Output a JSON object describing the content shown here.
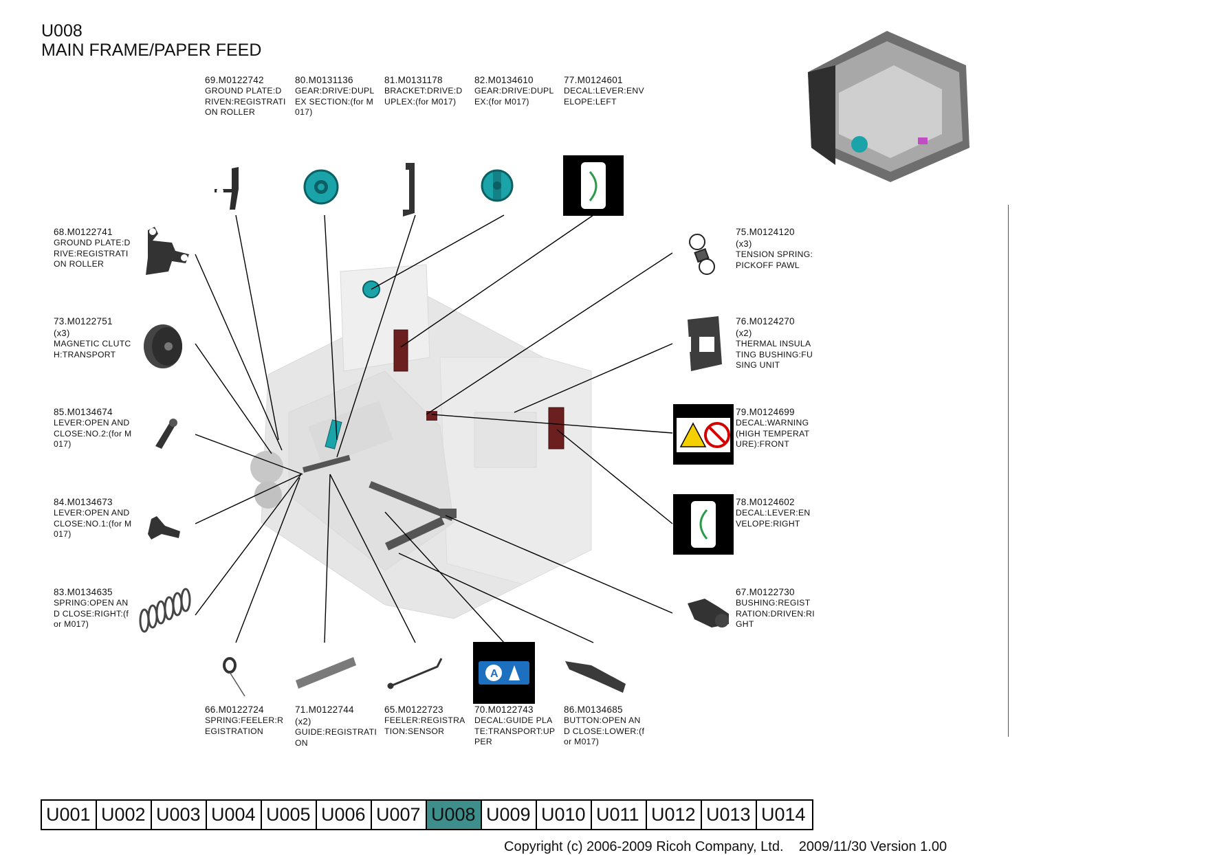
{
  "header": {
    "code": "U008",
    "title": "MAIN FRAME/PAPER FEED"
  },
  "parts": [
    {
      "id": "p69",
      "num": "69.M0122742",
      "qty": "",
      "desc": "GROUND PLATE:DRIVEN:REGISTRATION ROLLER"
    },
    {
      "id": "p80",
      "num": "80.M0131136",
      "qty": "",
      "desc": "GEAR:DRIVE:DUPLEX SECTION:(for M017)"
    },
    {
      "id": "p81",
      "num": "81.M0131178",
      "qty": "",
      "desc": "BRACKET:DRIVE:DUPLEX:(for M017)"
    },
    {
      "id": "p82",
      "num": "82.M0134610",
      "qty": "",
      "desc": "GEAR:DRIVE:DUPLEX:(for M017)"
    },
    {
      "id": "p77",
      "num": "77.M0124601",
      "qty": "",
      "desc": "DECAL:LEVER:ENVELOPE:LEFT"
    },
    {
      "id": "p68",
      "num": "68.M0122741",
      "qty": "",
      "desc": "GROUND PLATE:DRIVE:REGISTRATION ROLLER"
    },
    {
      "id": "p73",
      "num": "73.M0122751",
      "qty": "(x3)",
      "desc": "MAGNETIC CLUTCH:TRANSPORT"
    },
    {
      "id": "p85",
      "num": "85.M0134674",
      "qty": "",
      "desc": "LEVER:OPEN AND CLOSE:NO.2:(for M017)"
    },
    {
      "id": "p84",
      "num": "84.M0134673",
      "qty": "",
      "desc": "LEVER:OPEN AND CLOSE:NO.1:(for M017)"
    },
    {
      "id": "p83",
      "num": "83.M0134635",
      "qty": "",
      "desc": "SPRING:OPEN AND CLOSE:RIGHT:(for M017)"
    },
    {
      "id": "p75",
      "num": "75.M0124120",
      "qty": "(x3)",
      "desc": "TENSION SPRING:PICKOFF PAWL"
    },
    {
      "id": "p76",
      "num": "76.M0124270",
      "qty": "(x2)",
      "desc": "THERMAL INSULATING BUSHING:FUSING UNIT"
    },
    {
      "id": "p79",
      "num": "79.M0124699",
      "qty": "",
      "desc": "DECAL:WARNING (HIGH TEMPERATURE):FRONT"
    },
    {
      "id": "p78",
      "num": "78.M0124602",
      "qty": "",
      "desc": "DECAL:LEVER:ENVELOPE:RIGHT"
    },
    {
      "id": "p67",
      "num": "67.M0122730",
      "qty": "",
      "desc": "BUSHING:REGISTRATION:DRIVEN:RIGHT"
    },
    {
      "id": "p66",
      "num": "66.M0122724",
      "qty": "",
      "desc": "SPRING:FEELER:REGISTRATION"
    },
    {
      "id": "p71",
      "num": "71.M0122744",
      "qty": "(x2)",
      "desc": "GUIDE:REGISTRATION"
    },
    {
      "id": "p65",
      "num": "65.M0122723",
      "qty": "",
      "desc": "FEELER:REGISTRATION:SENSOR"
    },
    {
      "id": "p70",
      "num": "70.M0122743",
      "qty": "",
      "desc": "DECAL:GUIDE PLATE:TRANSPORT:UPPER"
    },
    {
      "id": "p86",
      "num": "86.M0134685",
      "qty": "",
      "desc": "BUTTON:OPEN AND CLOSE:LOWER:(for M017)"
    }
  ],
  "nav": {
    "tabs": [
      "U001",
      "U002",
      "U003",
      "U004",
      "U005",
      "U006",
      "U007",
      "U008",
      "U009",
      "U010",
      "U011",
      "U012",
      "U013",
      "U014"
    ],
    "active": "U008",
    "active_color": "#3e8e8c"
  },
  "footer": {
    "copyright": "Copyright (c) 2006-2009 Ricoh Company, Ltd.",
    "version": "2009/11/30 Version 1.00"
  },
  "colors": {
    "teal_part": "#1aa3a8",
    "decal_red": "#6b1f1f",
    "frame_grey": "#c9c9c9"
  }
}
